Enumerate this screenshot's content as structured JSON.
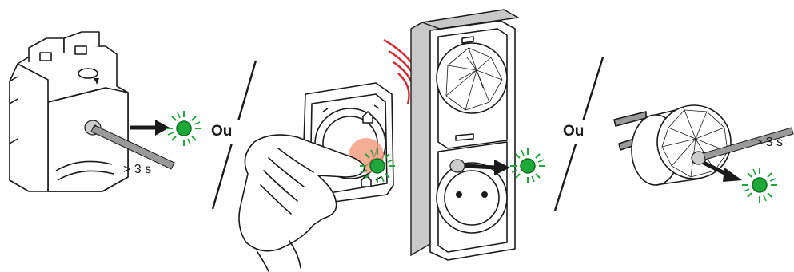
{
  "labels": {
    "or_1": "Ou",
    "or_2": "Ou",
    "duration_1": "> 3 s",
    "duration_2": "> 3 s"
  },
  "colors": {
    "led_green": "#1fa83a",
    "led_dark": "#0e6f20",
    "finger_glow": "#f29a7a",
    "signal_red": "#d8262c",
    "line": "#1a1a1a",
    "device_fill": "#ffffff",
    "wall_grey": "#c9c9c9"
  },
  "icons": {
    "press_led": "green-led-blink-icon",
    "signal": "wireless-signal-icon",
    "arrow": "arrow-right-icon"
  }
}
